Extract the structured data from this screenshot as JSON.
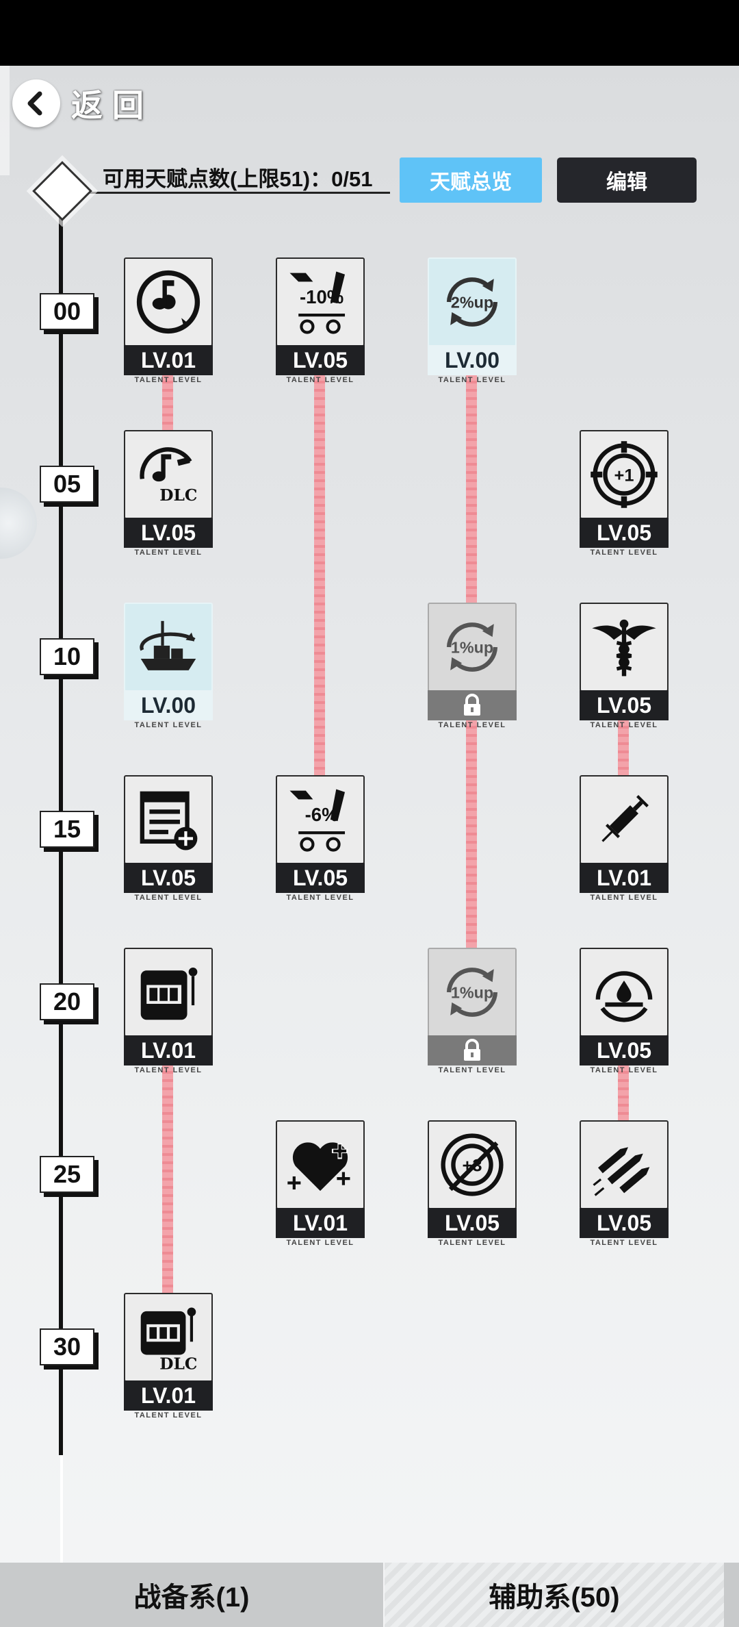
{
  "header": {
    "back_label": "返回"
  },
  "toolbar": {
    "points_text": "可用天赋点数(上限51)：0/51",
    "overview_label": "天赋总览",
    "edit_label": "编辑"
  },
  "levels": [
    "00",
    "05",
    "10",
    "15",
    "20",
    "25",
    "30"
  ],
  "talent_caption": "TALENT LEVEL",
  "talents": [
    {
      "id": "music-disc",
      "icon": "music-disc-icon",
      "level": "LV.01",
      "state": "active",
      "col": 1,
      "row": 0
    },
    {
      "id": "cart-10",
      "icon": "cart-discount-icon",
      "text": "-10%",
      "level": "LV.05",
      "state": "active",
      "col": 2,
      "row": 0
    },
    {
      "id": "up-2",
      "icon": "percent-up-icon",
      "text": "2%up",
      "level": "LV.00",
      "state": "light",
      "col": 3,
      "row": 0
    },
    {
      "id": "music-dlc",
      "icon": "music-dlc-icon",
      "text": "DLC",
      "level": "LV.05",
      "state": "active",
      "col": 1,
      "row": 1
    },
    {
      "id": "plus-one",
      "icon": "plus-one-target-icon",
      "text": "+1",
      "level": "LV.05",
      "state": "active",
      "col": 4,
      "row": 1
    },
    {
      "id": "ship",
      "icon": "ship-icon",
      "level": "LV.00",
      "state": "light",
      "col": 1,
      "row": 2
    },
    {
      "id": "up-1a",
      "icon": "percent-up-icon",
      "text": "1%up",
      "level": "",
      "state": "locked",
      "col": 3,
      "row": 2
    },
    {
      "id": "caduceus",
      "icon": "caduceus-icon",
      "level": "LV.05",
      "state": "active",
      "col": 4,
      "row": 2
    },
    {
      "id": "list-add",
      "icon": "list-add-icon",
      "level": "LV.05",
      "state": "active",
      "col": 1,
      "row": 3
    },
    {
      "id": "cart-6",
      "icon": "cart-discount-icon",
      "text": "-6%",
      "level": "LV.05",
      "state": "active",
      "col": 2,
      "row": 3
    },
    {
      "id": "syringe",
      "icon": "syringe-icon",
      "level": "LV.01",
      "state": "active",
      "col": 4,
      "row": 3
    },
    {
      "id": "slot",
      "icon": "slot-machine-icon",
      "level": "LV.01",
      "state": "active",
      "col": 1,
      "row": 4
    },
    {
      "id": "up-1b",
      "icon": "percent-up-icon",
      "text": "1%up",
      "level": "",
      "state": "locked",
      "col": 3,
      "row": 4
    },
    {
      "id": "drop",
      "icon": "water-drop-icon",
      "level": "LV.05",
      "state": "active",
      "col": 4,
      "row": 4
    },
    {
      "id": "heart",
      "icon": "heart-plus-icon",
      "level": "LV.01",
      "state": "active",
      "col": 2,
      "row": 5
    },
    {
      "id": "plus-three",
      "icon": "plus-three-target-icon",
      "text": "+3",
      "level": "LV.05",
      "state": "active",
      "col": 3,
      "row": 5
    },
    {
      "id": "missiles",
      "icon": "missiles-icon",
      "level": "LV.05",
      "state": "active",
      "col": 4,
      "row": 5
    },
    {
      "id": "slot-dlc",
      "icon": "slot-machine-icon",
      "text": "DLC",
      "level": "LV.01",
      "state": "active",
      "col": 1,
      "row": 6
    }
  ],
  "tabs": [
    {
      "label": "战备系(1)"
    },
    {
      "label": "辅助系(50)"
    }
  ]
}
